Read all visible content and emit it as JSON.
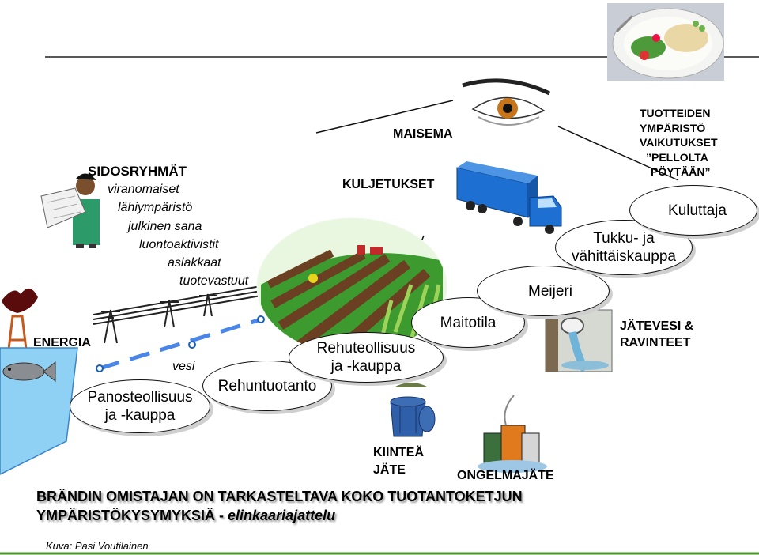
{
  "stakeholders": {
    "title": "SIDOSRYHMÄT",
    "items": [
      "viranomaiset",
      "lähiympäristö",
      "julkinen sana",
      "luontoaktivistit",
      "asiakkaat",
      "tuotevastuut"
    ]
  },
  "labels": {
    "energia": "ENERGIA",
    "vesi": "vesi",
    "maisema": "MAISEMA",
    "kuljetukset": "KULJETUKSET",
    "tuotteiden": [
      "TUOTTEIDEN",
      "YMPÄRISTÖ",
      "VAIKUTUKSET",
      "”PELLOLTA",
      "PÖYTÄÄN”"
    ],
    "jatevesi": [
      "JÄTEVESI &",
      "RAVINTEET"
    ],
    "kiintea": [
      "KIINTEÄ",
      "JÄTE"
    ],
    "ongelmajate": "ONGELMAJÄTE"
  },
  "chain": {
    "panosteollisuus": [
      "Panosteollisuus",
      "ja -kauppa"
    ],
    "rehuntuotanto": "Rehuntuotanto",
    "rehuteollisuus": [
      "Rehuteollisuus",
      "ja -kauppa"
    ],
    "maitotila": "Maitotila",
    "meijeri": "Meijeri",
    "tukku": [
      "Tukku- ja",
      "vähittäiskauppa"
    ],
    "kuluttaja": "Kuluttaja"
  },
  "bottom": {
    "line1": "BRÄNDIN OMISTAJAN ON TARKASTELTAVA KOKO TUOTANTOKETJUN",
    "line2_bold": "YMPÄRISTÖKYSYMYKSIÄ - ",
    "line2_italic": "elinkaariajattelu"
  },
  "credit": "Kuva: Pasi Voutilainen",
  "colors": {
    "water": "#8fd1f4",
    "dashed_line": "#4a86e8",
    "field_green": "#2f8f2a",
    "truck_blue": "#1d6fd1"
  }
}
